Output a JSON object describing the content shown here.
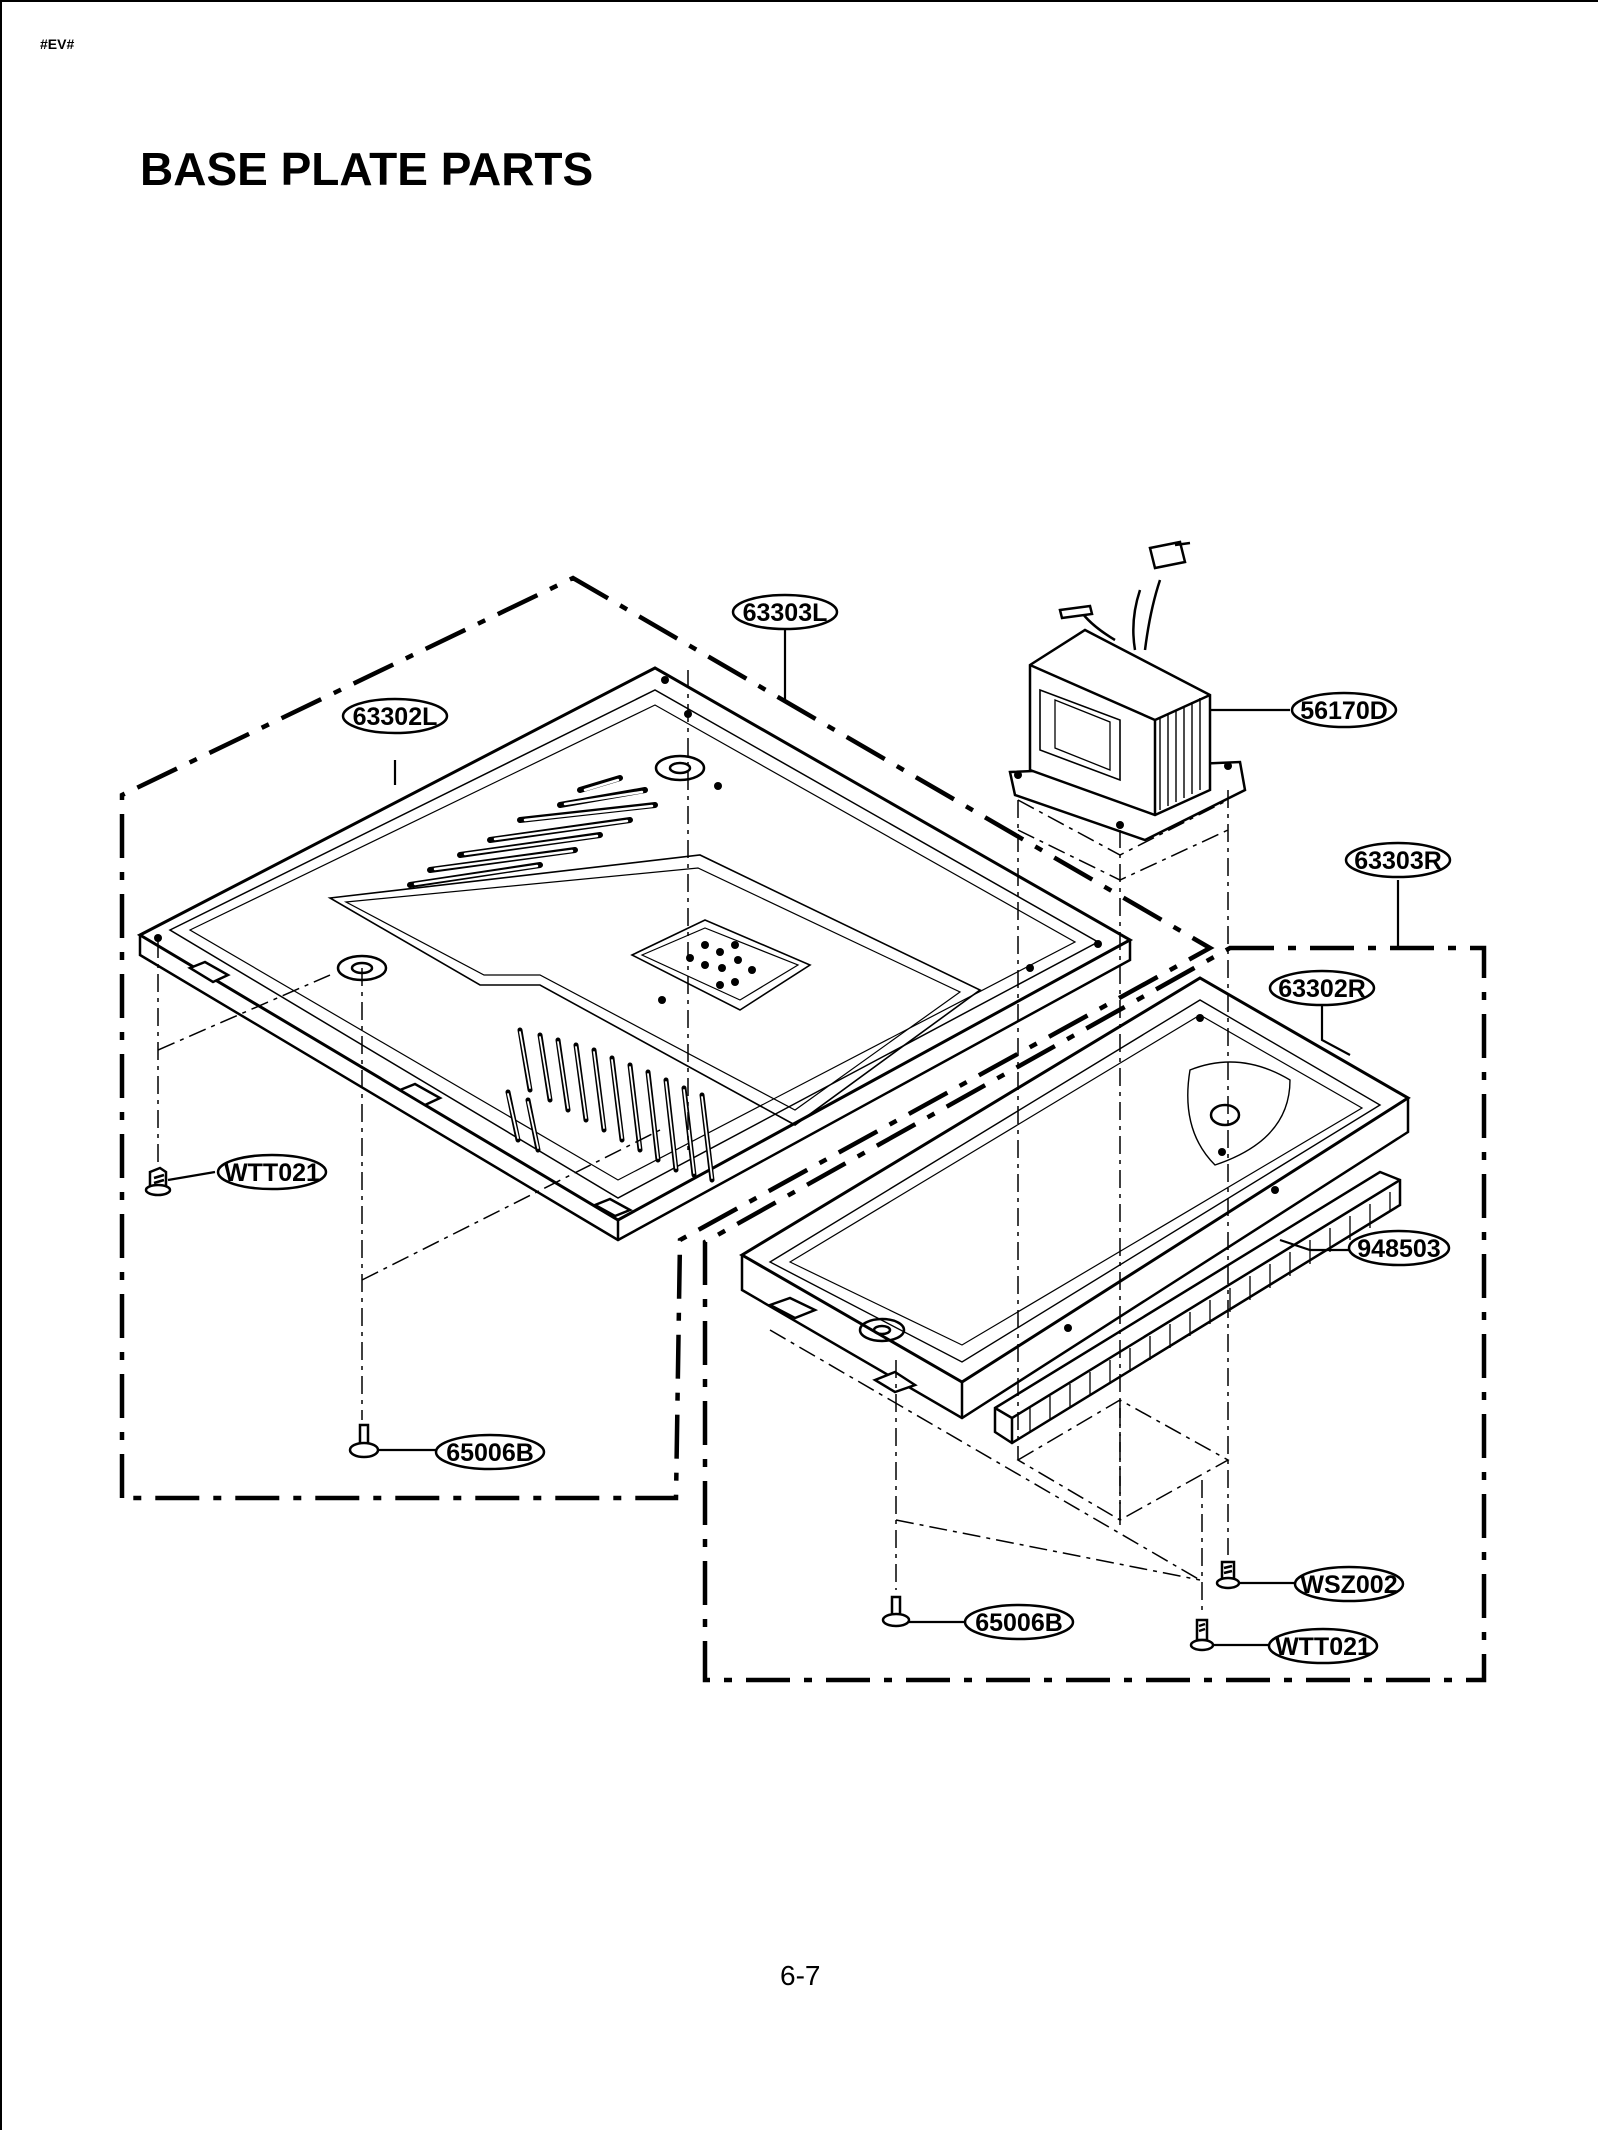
{
  "header": {
    "code": "#EV#",
    "title": "BASE PLATE PARTS"
  },
  "footer": {
    "page_number": "6-7"
  },
  "callouts": {
    "c63303L": "63303L",
    "c63302L": "63302L",
    "c56170D": "56170D",
    "c63303R": "63303R",
    "c63302R": "63302R",
    "cWTT021a": "WTT021",
    "c948503": "948503",
    "c65006Ba": "65006B",
    "cWSZ002": "WSZ002",
    "c65006Bb": "65006B",
    "cWTT021b": "WTT021"
  }
}
